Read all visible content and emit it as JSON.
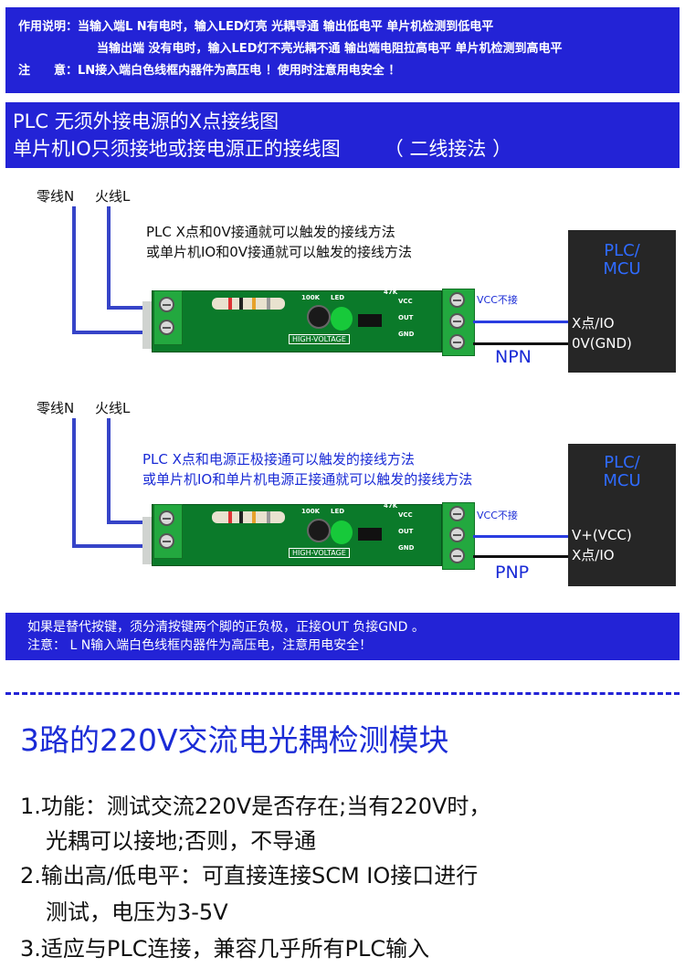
{
  "top_banner": {
    "line1": "作用说明：当输入端L N有电时，输入LED灯亮 光耦导通 输出低电平 单片机检测到低电平",
    "line2": "当输出端 没有电时，输入LED灯不亮光耦不通 输出端电阻拉高电平 单片机检测到高电平",
    "line3": "注　　意：LN接入端白色线框内器件为高压电 ！使用时注意用电安全 ！"
  },
  "title_banner": {
    "line1": "PLC 无须外接电源的X点接线图",
    "line2_left": "单片机IO只须接地或接电源正的接线图",
    "line2_right": "（ 二线接法 ）"
  },
  "diagram_npn": {
    "neutral_label": "零线N",
    "live_label": "火线L",
    "desc_line1": "PLC X点和0V接通就可以触发的接线方法",
    "desc_line2": "或单片机IO和0V接通就可以触发的接线方法",
    "vcc_label": "VCC不接",
    "mcu_line1": "PLC/",
    "mcu_line2": "MCU",
    "pin_upper": "X点/IO",
    "pin_lower": "0V(GND)",
    "mode": "NPN"
  },
  "diagram_pnp": {
    "neutral_label": "零线N",
    "live_label": "火线L",
    "desc_line1": "PLC X点和电源正极接通可以触发的接线方法",
    "desc_line2": "或单片机IO和单片机电源正接通就可以触发的接线方法",
    "vcc_label": "VCC不接",
    "mcu_line1": "PLC/",
    "mcu_line2": "MCU",
    "pin_upper": "V+(VCC)",
    "pin_lower": "X点/IO",
    "mode": "PNP"
  },
  "pcb_silk": {
    "board_text": "HIGH-VOLTAGE",
    "res_a": "100K",
    "res_b": "47K",
    "led": "LED",
    "out": "OUT",
    "vcc": "VCC",
    "gnd": "GND"
  },
  "notice": {
    "line1": "如果是替代按键，须分清按键两个脚的正负极，正接OUT  负接GND 。",
    "line2": "注意：  L N输入端白色线框内器件为高压电，注意用电安全！"
  },
  "heading": "3路的220V交流电光耦检测模块",
  "features": [
    "1.功能：测试交流220V是否存在;当有220V时，",
    "光耦可以接地;否则，不导通",
    "2.输出高/低电平：可直接连接SCM IO接口进行",
    "测试，电压为3-5V",
    "3.适应与PLC连接，兼容几乎所有PLC输入"
  ],
  "colors": {
    "banner_blue": "#2323d6",
    "text_blue": "#1a2bd6",
    "pcb_green": "#0b7a2a",
    "terminal_green": "#23a83f",
    "mcu_box": "#262626"
  }
}
